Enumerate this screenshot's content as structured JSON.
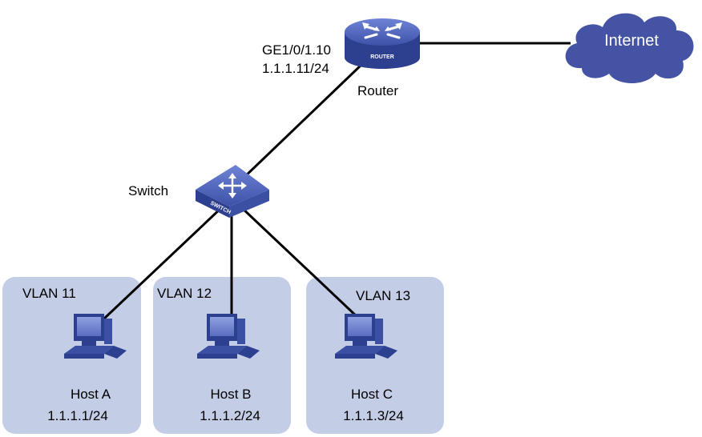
{
  "internet": {
    "label": "Internet"
  },
  "router": {
    "label": "Router",
    "icon_caption": "ROUTER",
    "interface": "GE1/0/1.10",
    "ip": "1.1.1.11/24",
    "icon": "router-icon"
  },
  "switch": {
    "label": "Switch",
    "icon_caption": "SWITCH",
    "icon": "switch-icon"
  },
  "vlans": [
    {
      "label": "VLAN 11",
      "host": "Host A",
      "ip": "1.1.1.1/24"
    },
    {
      "label": "VLAN 12",
      "host": "Host B",
      "ip": "1.1.1.2/24"
    },
    {
      "label": "VLAN 13",
      "host": "Host C",
      "ip": "1.1.1.3/24"
    }
  ],
  "colors": {
    "vlan_fill": "#c3cde6",
    "device_blue": "#3b4fa3",
    "cloud": "#4553a5",
    "link": "#000000"
  }
}
